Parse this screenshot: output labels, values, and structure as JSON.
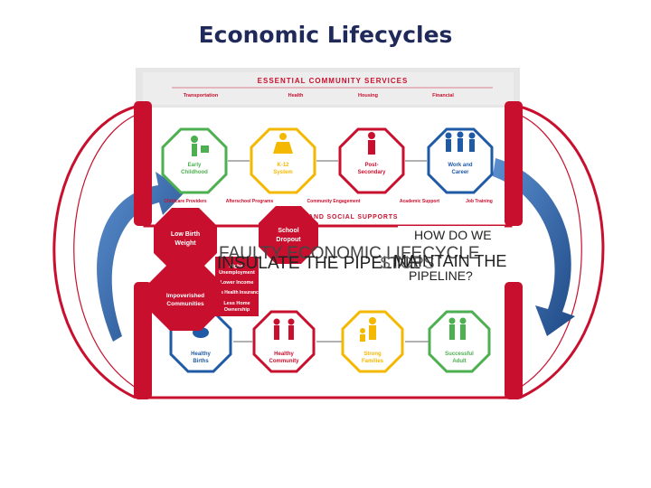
{
  "title": "Economic Lifecycles",
  "services_header": "ESSENTIAL COMMUNITY SERVICES",
  "service_categories": [
    "Transportation",
    "Health",
    "Housing",
    "Financial"
  ],
  "top_stages": [
    {
      "label1": "Early",
      "label2": "Childhood",
      "color": "#4caf50"
    },
    {
      "label1": "K-12",
      "label2": "System",
      "color": "#f5b800"
    },
    {
      "label1": "Post-",
      "label2": "Secondary",
      "color": "#c8102e"
    },
    {
      "label1": "Work and",
      "label2": "Career",
      "color": "#1f5aa6"
    }
  ],
  "programs": [
    "Childcare Providers",
    "Afterschool Programs",
    "Community Engagement",
    "Academic Support",
    "Job Training"
  ],
  "supports_header": "LEARNING AND SOCIAL SUPPORTS",
  "bottom_stages": [
    {
      "label1": "Healthy",
      "label2": "Births",
      "color": "#1f5aa6"
    },
    {
      "label1": "Healthy",
      "label2": "Community",
      "color": "#c8102e"
    },
    {
      "label1": "Strong",
      "label2": "Families",
      "color": "#f5b800"
    },
    {
      "label1": "Successful",
      "label2": "Adult",
      "color": "#4caf50"
    }
  ],
  "risk_stops": {
    "low_birth_weight": [
      "Low Birth",
      "Weight"
    ],
    "school_dropout": [
      "School",
      "Dropout"
    ],
    "impoverished": [
      "Impoverished",
      "Communities"
    ]
  },
  "risk_list": [
    "Higher",
    "Unemployment",
    "Lower Income",
    "Less Health Insurance",
    "Less Home",
    "Ownership"
  ],
  "overlay_text": {
    "faulty_lifecycle": "FAULTY ECONOMIC LIFECYCLE",
    "insulate": "INSULATE THE PIPELINE",
    "maintain_1": "HOW DO WE",
    "maintain_2": "MAINTAIN THE",
    "maintain_3": "PIPELINE?",
    "stops": "STOPS"
  },
  "colors": {
    "frame_red": "#c8102e",
    "arrow_blue": "#2c5d9e",
    "title_blue": "#1f2a5a",
    "grey_band": "#e6e6e6"
  }
}
